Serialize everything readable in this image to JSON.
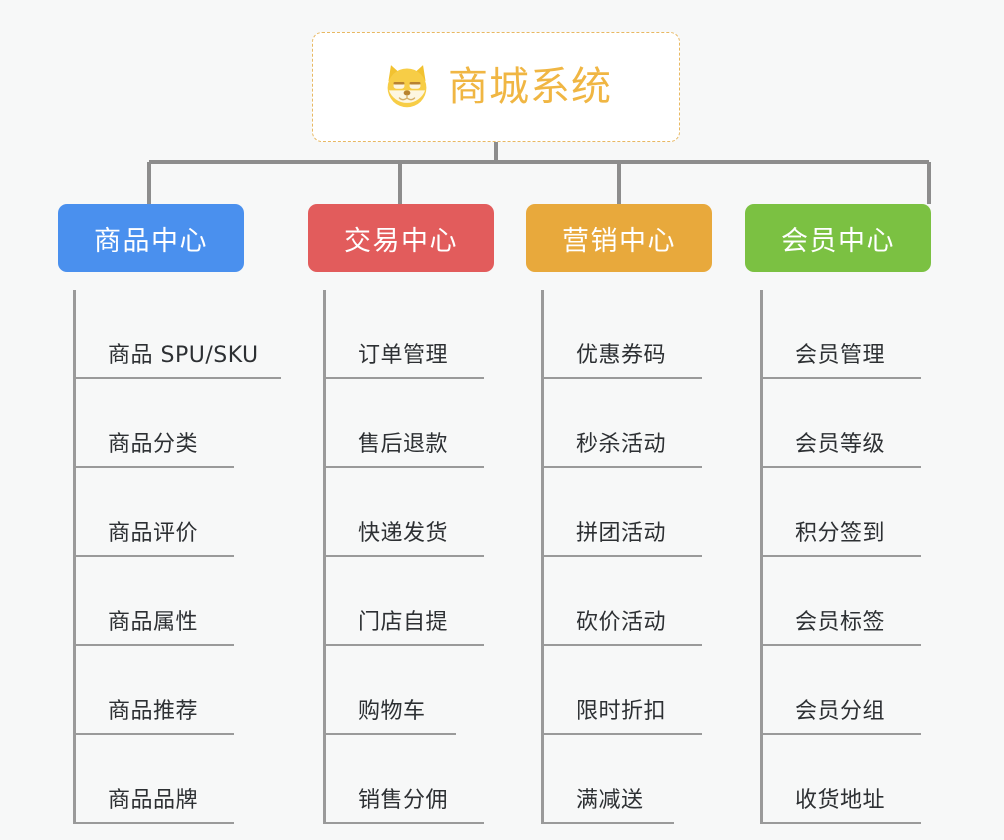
{
  "root": {
    "title": "商城系统",
    "icon": "shiba-dog-face-icon",
    "border_color": "#e8b862",
    "text_color": "#f0b643",
    "background": "#ffffff"
  },
  "canvas": {
    "background": "#f7f8f8",
    "connector_color": "#8d8d8d",
    "leaf_line_color": "#9a9a9a",
    "leaf_text_color": "#2d3033"
  },
  "columns": [
    {
      "label": "商品中心",
      "color": "#4a90ee",
      "items": [
        {
          "label": "商品 SPU/SKU",
          "width": "wide"
        },
        {
          "label": "商品分类",
          "width": "default"
        },
        {
          "label": "商品评价",
          "width": "default"
        },
        {
          "label": "商品属性",
          "width": "default"
        },
        {
          "label": "商品推荐",
          "width": "default"
        },
        {
          "label": "商品品牌",
          "width": "default"
        }
      ]
    },
    {
      "label": "交易中心",
      "color": "#e25c5c",
      "items": [
        {
          "label": "订单管理",
          "width": "default"
        },
        {
          "label": "售后退款",
          "width": "default"
        },
        {
          "label": "快递发货",
          "width": "default"
        },
        {
          "label": "门店自提",
          "width": "default"
        },
        {
          "label": "购物车",
          "width": "narrow"
        },
        {
          "label": "销售分佣",
          "width": "default"
        }
      ]
    },
    {
      "label": "营销中心",
      "color": "#e8a93c",
      "items": [
        {
          "label": "优惠券码",
          "width": "default"
        },
        {
          "label": "秒杀活动",
          "width": "default"
        },
        {
          "label": "拼团活动",
          "width": "default"
        },
        {
          "label": "砍价活动",
          "width": "default"
        },
        {
          "label": "限时折扣",
          "width": "default"
        },
        {
          "label": "满减送",
          "width": "narrow"
        }
      ]
    },
    {
      "label": "会员中心",
      "color": "#7bc142",
      "items": [
        {
          "label": "会员管理",
          "width": "default"
        },
        {
          "label": "会员等级",
          "width": "default"
        },
        {
          "label": "积分签到",
          "width": "default"
        },
        {
          "label": "会员标签",
          "width": "default"
        },
        {
          "label": "会员分组",
          "width": "default"
        },
        {
          "label": "收货地址",
          "width": "default"
        }
      ]
    }
  ]
}
